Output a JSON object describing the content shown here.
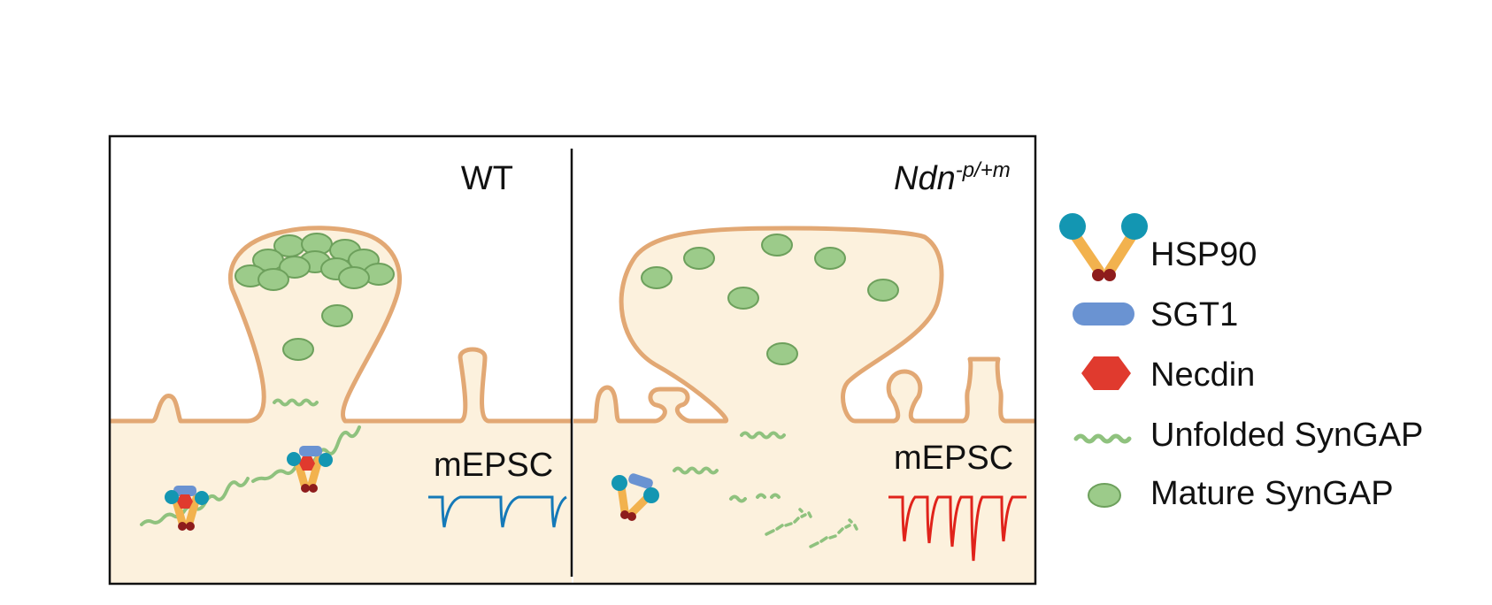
{
  "panels": {
    "left": {
      "title": "WT",
      "trace_label": "mEPSC"
    },
    "right": {
      "title_main": "Ndn",
      "title_sup": "-p/+m",
      "trace_label": "mEPSC"
    }
  },
  "legend": {
    "items": [
      {
        "label": "HSP90",
        "icon": "hsp90-icon"
      },
      {
        "label": "SGT1",
        "icon": "sgt1-icon"
      },
      {
        "label": "Necdin",
        "icon": "necdin-icon"
      },
      {
        "label": "Unfolded SynGAP",
        "icon": "unfolded-syngap-icon"
      },
      {
        "label": "Mature SynGAP",
        "icon": "mature-syngap-icon"
      }
    ]
  },
  "colors": {
    "membrane": "#E2A874",
    "cytoplasm": "#FCF1DD",
    "hsp90_head": "#1396B2",
    "hsp90_arm": "#F2B24E",
    "hsp90_base": "#8E1C1C",
    "sgt1": "#6A93D2",
    "necdin": "#E03A2E",
    "syngap_fill": "#9CCB8A",
    "syngap_edge": "#6DA05C",
    "wt_trace": "#1479B8",
    "mutant_trace": "#E0231B"
  }
}
